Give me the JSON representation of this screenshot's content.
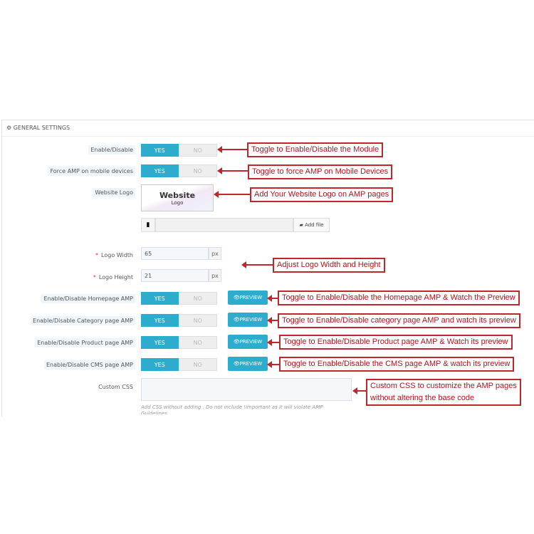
{
  "panel": {
    "title": "GENERAL SETTINGS",
    "icon": "gears-icon"
  },
  "fields": {
    "enable": {
      "label": "Enable/Disable",
      "yes": "YES",
      "no": "NO",
      "value": "YES"
    },
    "force_amp": {
      "label": "Force AMP on mobile devices",
      "yes": "YES",
      "no": "NO",
      "value": "YES"
    },
    "logo": {
      "label": "Website Logo",
      "logo_text": "Website",
      "logo_sub": "Logo",
      "add_file": "Add file",
      "file_value": ""
    },
    "logo_width": {
      "label": "Logo Width",
      "value": "65",
      "unit": "px"
    },
    "logo_height": {
      "label": "Logo Height",
      "value": "21",
      "unit": "px"
    },
    "homepage": {
      "label": "Enable/Disable Homepage AMP",
      "yes": "YES",
      "no": "NO",
      "value": "YES",
      "preview": "PREVIEW"
    },
    "category": {
      "label": "Enable/Disable Category page AMP",
      "yes": "YES",
      "no": "NO",
      "value": "YES",
      "preview": "PREVIEW"
    },
    "product": {
      "label": "Enable/Disable Product page AMP",
      "yes": "YES",
      "no": "NO",
      "value": "YES",
      "preview": "PREVIEW"
    },
    "cms": {
      "label": "Enable/Disable CMS page AMP",
      "yes": "YES",
      "no": "NO",
      "value": "YES",
      "preview": "PREVIEW"
    },
    "custom_css": {
      "label": "Custom CSS",
      "value": "",
      "help": "Add CSS without adding . Do not include !important as it will violate AMP Guidelines"
    }
  },
  "annotations": [
    "Toggle to Enable/Disable the Module",
    "Toggle to force AMP on Mobile Devices",
    "Add Your Website Logo on AMP pages",
    "Adjust Logo Width and Height",
    "Toggle to Enable/Disable the Homepage AMP & Watch the Preview",
    "Toggle to Enable/Disable category page AMP and watch its preview",
    "Toggle to Enable/Disable Product page AMP & Watch its preview",
    "Toggle to Enable/Disable the CMS page AMP & watch its preview",
    "Custom CSS to customize the AMP pages",
    "without altering the base code"
  ],
  "colors": {
    "accent": "#2eacce",
    "annotation": "#c0272d"
  }
}
